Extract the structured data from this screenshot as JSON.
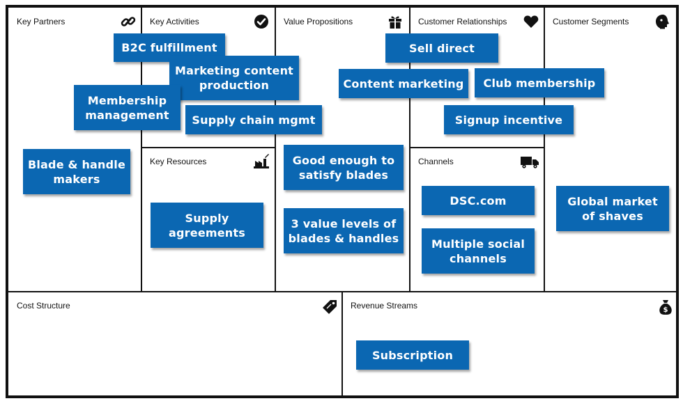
{
  "colors": {
    "note": "#0b67b2",
    "border": "#111111"
  },
  "canvas": {
    "key_partners": {
      "title": "Key Partners",
      "icon": "link-icon"
    },
    "key_activities": {
      "title": "Key Activities",
      "icon": "check-circle-icon"
    },
    "value_propositions": {
      "title": "Value Propositions",
      "icon": "gift-icon"
    },
    "customer_relationships": {
      "title": "Customer Relationships",
      "icon": "heart-icon"
    },
    "customer_segments": {
      "title": "Customer Segments",
      "icon": "person-head-icon"
    },
    "key_resources": {
      "title": "Key Resources",
      "icon": "factory-icon"
    },
    "channels": {
      "title": "Channels",
      "icon": "truck-icon"
    },
    "cost_structure": {
      "title": "Cost Structure",
      "icon": "price-tag-icon"
    },
    "revenue_streams": {
      "title": "Revenue Streams",
      "icon": "money-bag-icon"
    }
  },
  "notes": {
    "b2c_fulfillment": "B2C fulfillment",
    "marketing_content": "Marketing content production",
    "membership_mgmt": "Membership management",
    "supply_chain": "Supply chain mgmt",
    "blade_handle_makers": "Blade & handle makers",
    "supply_agreements": "Supply agreements",
    "good_enough": "Good enough to satisfy  blades",
    "three_value_levels": "3 value levels of blades & handles",
    "sell_direct": "Sell direct",
    "content_marketing": "Content marketing",
    "club_membership": "Club membership",
    "signup_incentive": "Signup incentive",
    "dsc_com": "DSC.com",
    "multiple_social": "Multiple social channels",
    "global_market": "Global market of shaves",
    "subscription": "Subscription"
  }
}
